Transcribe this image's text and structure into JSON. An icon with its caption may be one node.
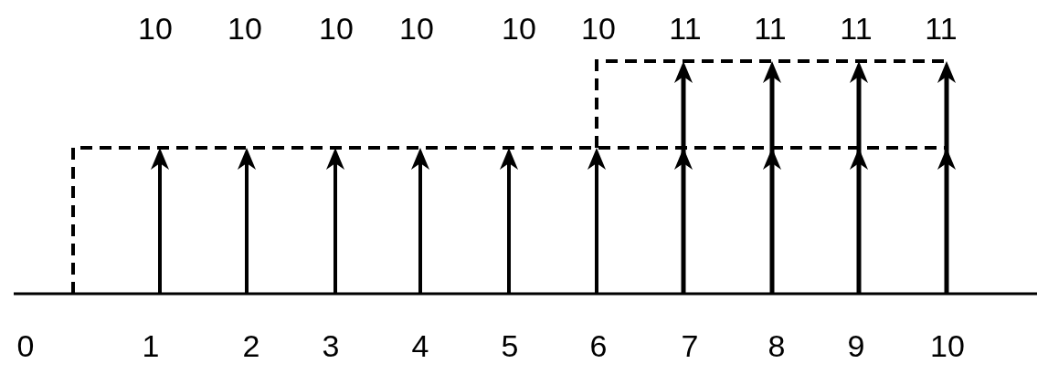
{
  "diagram": {
    "labels": [
      "10",
      "10",
      "10",
      "10",
      "10",
      "10",
      "11",
      "11",
      "11",
      "11",
      "0",
      "1",
      "2",
      "3",
      "4",
      "5",
      "6",
      "7",
      "8",
      "9",
      "10"
    ]
  }
}
